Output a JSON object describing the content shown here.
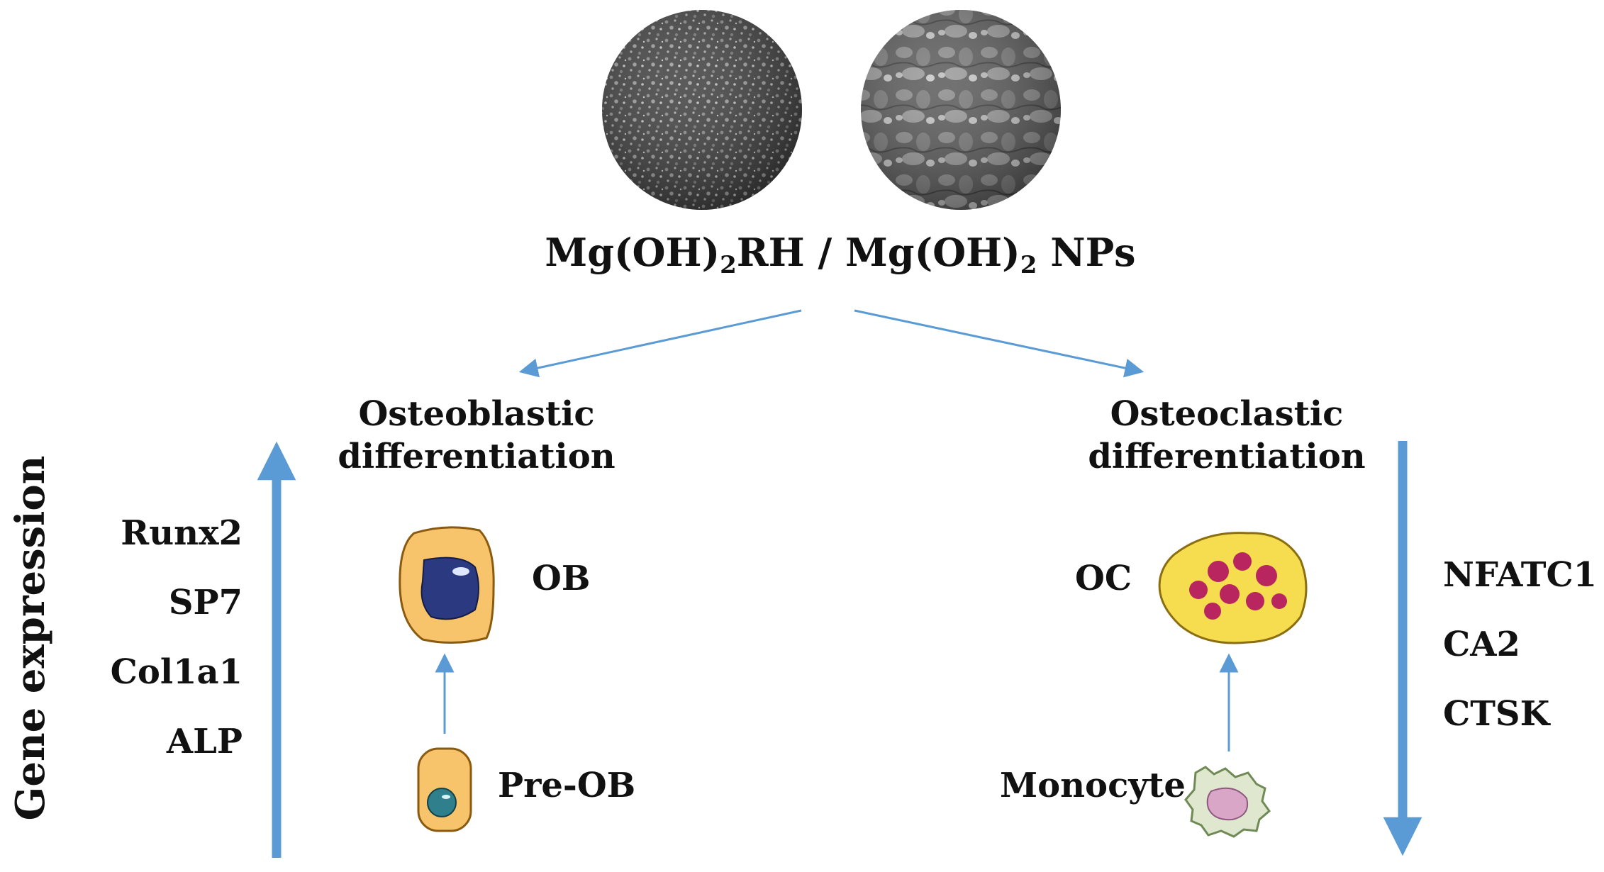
{
  "title": {
    "part1_prefix": "Mg(OH)",
    "part1_sub": "2",
    "part1_suffix": "RH",
    "separator": " / ",
    "part2_prefix": "Mg(OH)",
    "part2_sub": "2",
    "part2_suffix": " NPs"
  },
  "axis_label": "Gene expression",
  "left_branch": {
    "heading_line1": "Osteoblastic",
    "heading_line2": "differentiation",
    "mature_cell": "OB",
    "precursor_cell": "Pre-OB",
    "genes": [
      "Runx2",
      "SP7",
      "Col1a1",
      "ALP"
    ],
    "trend": "up"
  },
  "right_branch": {
    "heading_line1": "Osteoclastic",
    "heading_line2": "differentiation",
    "mature_cell": "OC",
    "precursor_cell": "Monocyte",
    "genes": [
      "NFATC1",
      "CA2",
      "CTSK"
    ],
    "trend": "down"
  },
  "colors": {
    "arrow": "#5b9bd5",
    "text": "#111111",
    "ob_cytoplasm": "#f7c46b",
    "ob_nucleus": "#2b3a80",
    "preob_nucleus": "#2f7f8c",
    "oc_cytoplasm": "#f6dc4f",
    "oc_nuclei": "#b8255f",
    "monocyte_body": "#dfe8cf",
    "monocyte_nucleus": "#d9a6c8"
  }
}
